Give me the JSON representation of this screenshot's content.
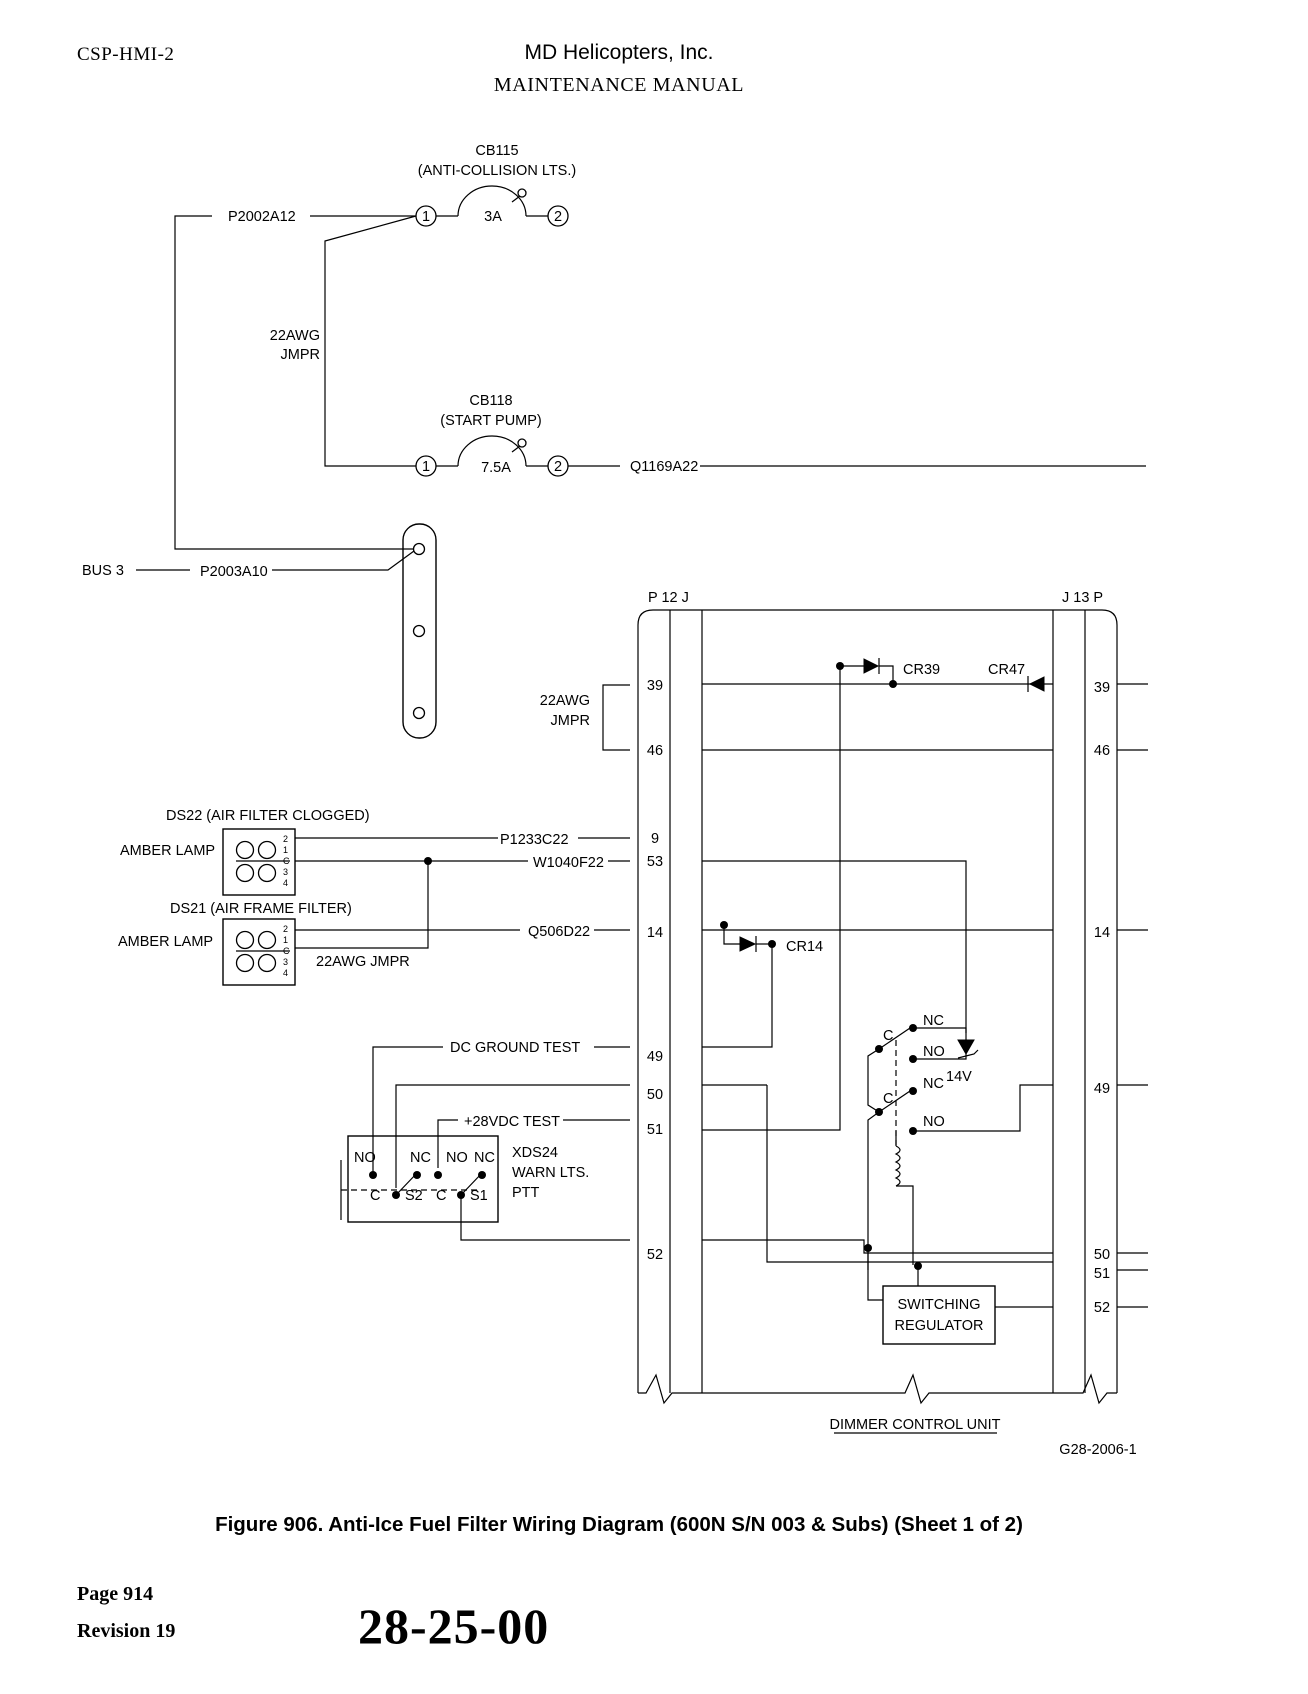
{
  "header": {
    "doc_code": "CSP-HMI-2",
    "company": "MD Helicopters, Inc.",
    "manual": "MAINTENANCE MANUAL"
  },
  "diagram": {
    "cb115": {
      "name": "CB115",
      "desc": "(ANTI-COLLISION LTS.)",
      "rating": "3A",
      "t1": "1",
      "t2": "2"
    },
    "cb118": {
      "name": "CB118",
      "desc": "(START PUMP)",
      "rating": "7.5A",
      "t1": "1",
      "t2": "2"
    },
    "wires": {
      "p2002a12": "P2002A12",
      "p2003a10": "P2003A10",
      "q1169a22": "Q1169A22",
      "p1233c22": "P1233C22",
      "w1040f22": "W1040F22",
      "q506d22": "Q506D22"
    },
    "bus3": "BUS 3",
    "jumper_awg": "22AWG",
    "jumper_jmpr": "JMPR",
    "jumper_full": "22AWG JMPR",
    "ds22": {
      "title": "DS22 (AIR FILTER CLOGGED)",
      "lamp": "AMBER LAMP"
    },
    "ds21": {
      "title": "DS21 (AIR FRAME FILTER)",
      "lamp": "AMBER LAMP"
    },
    "lamp_pins": [
      "2",
      "1",
      "C",
      "3",
      "4"
    ],
    "dc_ground_test": "DC GROUND TEST",
    "plus28_test": "+28VDC TEST",
    "xds24": {
      "name": "XDS24",
      "line2": "WARN LTS.",
      "line3": "PTT"
    },
    "switch_labels": {
      "no1": "NO",
      "nc1": "NC",
      "no2": "NO",
      "nc2": "NC",
      "c1": "C",
      "s2": "S2",
      "c2": "C",
      "s1": "S1"
    },
    "p12j": "P 12 J",
    "j13p": "J 13 P",
    "left_pins": [
      "39",
      "46",
      "9",
      "53",
      "14",
      "49",
      "50",
      "51",
      "52"
    ],
    "right_pins": [
      "39",
      "46",
      "14",
      "49",
      "50",
      "51",
      "52"
    ],
    "cr39": "CR39",
    "cr47": "CR47",
    "cr14": "CR14",
    "relay": {
      "c1": "C",
      "nc1": "NC",
      "no1": "NO",
      "c2": "C",
      "nc2": "NC",
      "no2": "NO",
      "zener": "14V"
    },
    "switching_regulator_1": "SWITCHING",
    "switching_regulator_2": "REGULATOR",
    "dimmer": "DIMMER CONTROL UNIT",
    "drawing_no": "G28-2006-1"
  },
  "caption": "Figure 906.  Anti-Ice Fuel Filter Wiring Diagram (600N S/N 003 & Subs) (Sheet 1 of 2)",
  "footer": {
    "page": "Page 914",
    "revision": "Revision 19",
    "chapter": "28-25-00"
  }
}
